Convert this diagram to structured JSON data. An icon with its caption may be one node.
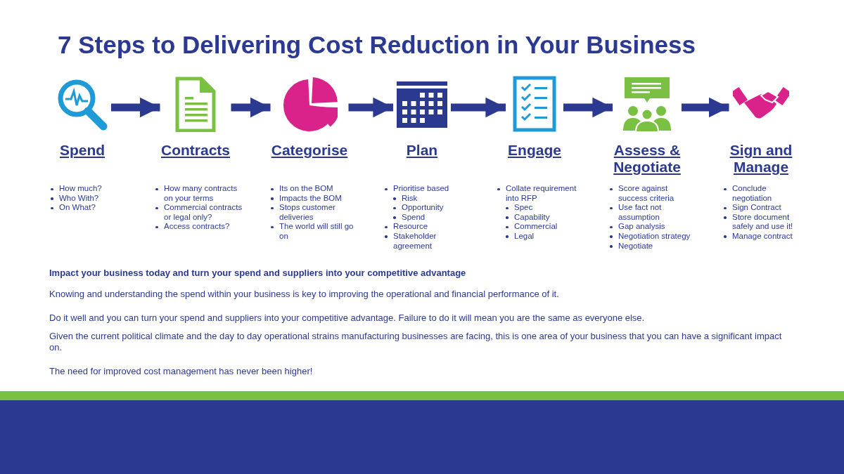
{
  "diagram": {
    "title": "7 Steps to Delivering Cost Reduction in Your Business",
    "nodes": [
      {
        "text": [
          "Spend"
        ],
        "beside": [
          "How much?",
          "Who With?",
          "On What?"
        ]
      },
      {
        "text": [
          "Contracts"
        ],
        "beside": [
          "How many contracts on your terms",
          "Commercial contracts or legal only?",
          "Access contracts?"
        ]
      },
      {
        "text": [
          "Categorise"
        ],
        "beside": [
          "Its on the BOM",
          "Impacts the BOM",
          "Stops customer deliveries",
          "The world will still go on"
        ]
      },
      {
        "text": [
          "Plan"
        ],
        "beside": [
          "Prioritise based",
          "Risk",
          "Opportunity",
          "Spend",
          "Resource",
          "Stakeholder agreement"
        ]
      },
      {
        "text": [
          "Engage"
        ],
        "beside": [
          "Collate requirement into RFP",
          "Spec",
          "Capability",
          "Commercial",
          "Legal"
        ]
      },
      {
        "text": [
          "Assess & Negotiate"
        ],
        "beside": [
          "Score against success criteria",
          "Use fact not assumption",
          "Gap analysis",
          "Negotiation strategy",
          "Negotiate"
        ]
      },
      {
        "text": [
          "Sign and Manage"
        ],
        "beside": [
          "Conclude negotiation",
          "Sign Contract",
          "Store document safely and use it!",
          "Manage contract"
        ]
      }
    ],
    "edges": [
      {
        "from": 0,
        "to": 1,
        "arrow": "to"
      },
      {
        "from": 1,
        "to": 2,
        "arrow": "to"
      },
      {
        "from": 2,
        "to": 3,
        "arrow": "to"
      },
      {
        "from": 3,
        "to": 4,
        "arrow": "to"
      },
      {
        "from": 4,
        "to": 5,
        "arrow": "to"
      },
      {
        "from": 5,
        "to": 6,
        "arrow": "to"
      }
    ],
    "labels": [
      "Impact your business today and turn your spend and suppliers into your competitive advantage",
      "Knowing and understanding the spend within your business is key to improving the operational and financial performance of it.",
      "Do it well and you can turn your spend and suppliers into your competitive advantage.  Failure to do it will mean you are the same as everyone else.",
      "Given the current political climate and the day to day operational strains manufacturing businesses are facing, this is one area of your business that you can have a significant impact on.",
      "The need for improved cost management has never been higher!"
    ]
  }
}
